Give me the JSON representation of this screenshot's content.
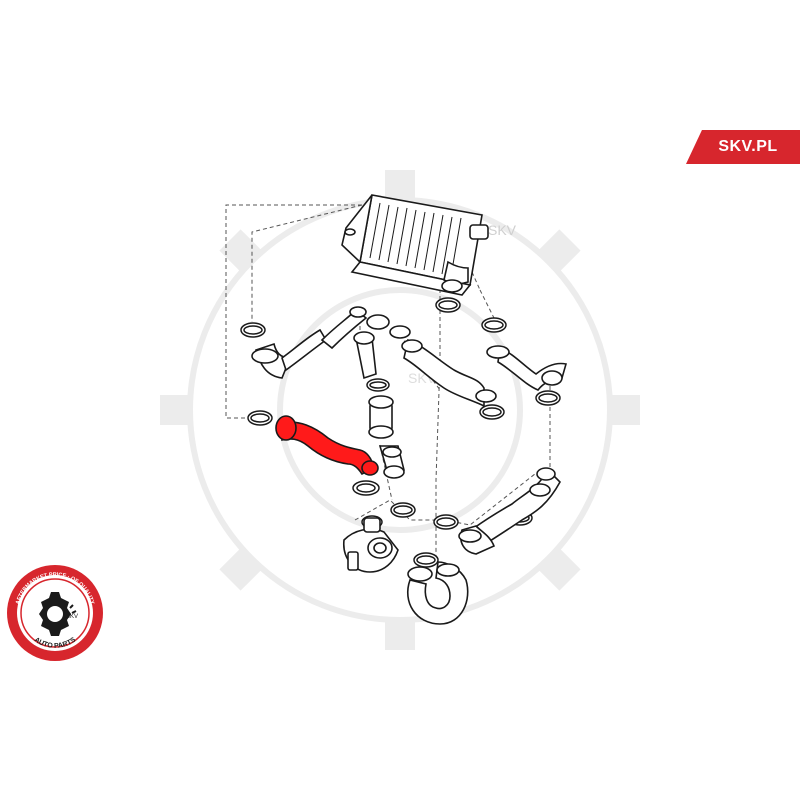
{
  "brand": {
    "label": "SKV.PL",
    "color": "#d7262d"
  },
  "watermark": {
    "text": "SKV"
  },
  "seal": {
    "ring_text": "AFTERMARKET PRICE · OE QUALITY",
    "center_text": "SKV",
    "bottom_text": "AUTO PARTS",
    "color": "#d7262d"
  },
  "diagram": {
    "highlighted_part": "intercooler-hose",
    "highlight_color": "#ff1a1a",
    "line_color": "#1a1a1a"
  }
}
